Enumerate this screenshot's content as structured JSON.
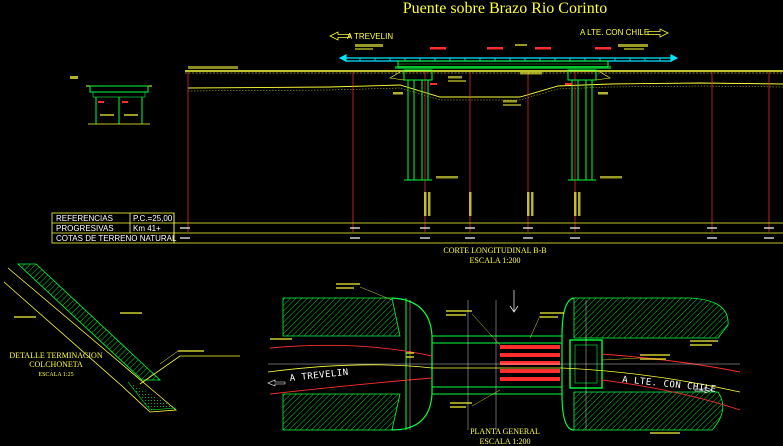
{
  "title": "Puente sobre Brazo Rio Corinto",
  "elevation": {
    "dir_left": "A TREVELIN",
    "dir_right": "A LTE. CON CHILE",
    "section_title": "CORTE LONGITUDINAL B-B",
    "section_scale": "ESCALA 1:200",
    "table": {
      "rows": [
        {
          "label": "REFERENCIAS",
          "value": "P.C.=25,00"
        },
        {
          "label": "PROGRESIVAS",
          "value": "Km 41+"
        },
        {
          "label": "COTAS DE TERRENO NATURAL",
          "value": ""
        }
      ]
    }
  },
  "detail": {
    "title": "DETALLE TERMINACION",
    "title2": "COLCHONETA",
    "scale": "ESCALA 1:25"
  },
  "plan": {
    "title": "PLANTA GENERAL",
    "scale": "ESCALA 1:200",
    "dir_left": "A TREVELIN",
    "dir_right": "A LTE. CON CHILE"
  },
  "colors": {
    "background": "#000000",
    "text_yellow": "#ffff3a",
    "structure_green": "#00ff3c",
    "lines_red": "#ff2d2d",
    "deck_cyan": "#00e5ff",
    "grid_white": "#ffffff"
  }
}
